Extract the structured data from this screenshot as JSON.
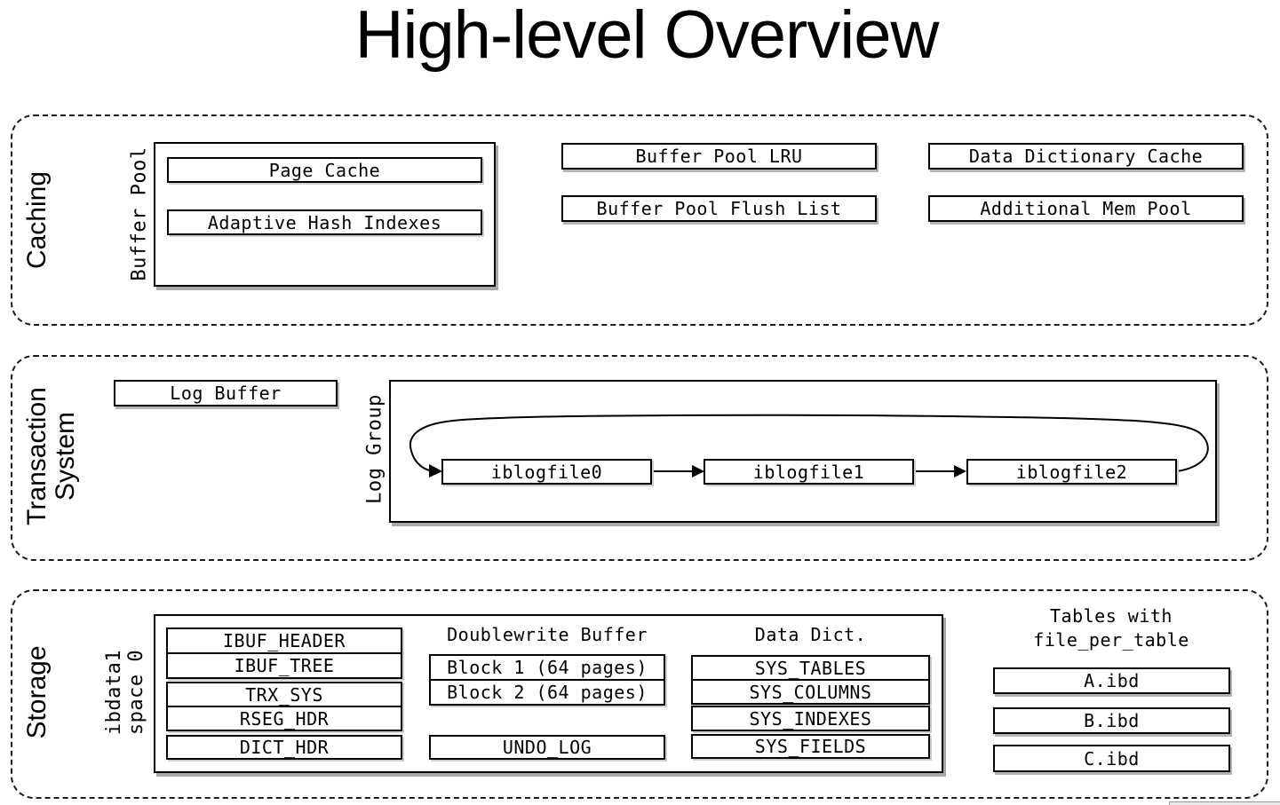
{
  "title": "High-level Overview",
  "colors": {
    "ink": "#000000",
    "paper": "#ffffff",
    "box_shadow": "#b3b3b3"
  },
  "caching": {
    "section_label": "Caching",
    "buffer_pool_label": "Buffer Pool",
    "page_cache": "Page Cache",
    "adaptive_hash_indexes": "Adaptive Hash Indexes",
    "buffer_pool_lru": "Buffer Pool LRU",
    "buffer_pool_flush_list": "Buffer Pool Flush List",
    "data_dictionary_cache": "Data Dictionary Cache",
    "additional_mem_pool": "Additional Mem Pool"
  },
  "transaction_system": {
    "section_label_line1": "Transaction",
    "section_label_line2": "System",
    "log_buffer": "Log Buffer",
    "log_group_label": "Log Group",
    "log_files": [
      "iblogfile0",
      "iblogfile1",
      "iblogfile2"
    ]
  },
  "storage": {
    "section_label": "Storage",
    "tablespace_label_line1": "ibdata1",
    "tablespace_label_line2": "space 0",
    "system_pages": [
      "IBUF_HEADER",
      "IBUF_TREE",
      "TRX_SYS",
      "RSEG_HDR",
      "DICT_HDR"
    ],
    "doublewrite_heading": "Doublewrite Buffer",
    "doublewrite_blocks": [
      "Block 1 (64 pages)",
      "Block 2 (64 pages)"
    ],
    "undo_log": "UNDO_LOG",
    "data_dict_heading": "Data Dict.",
    "data_dict_tables": [
      "SYS_TABLES",
      "SYS_COLUMNS",
      "SYS_INDEXES",
      "SYS_FIELDS"
    ],
    "file_per_table_heading_line1": "Tables with",
    "file_per_table_heading_line2": "file_per_table",
    "ibd_files": [
      "A.ibd",
      "B.ibd",
      "C.ibd"
    ]
  }
}
